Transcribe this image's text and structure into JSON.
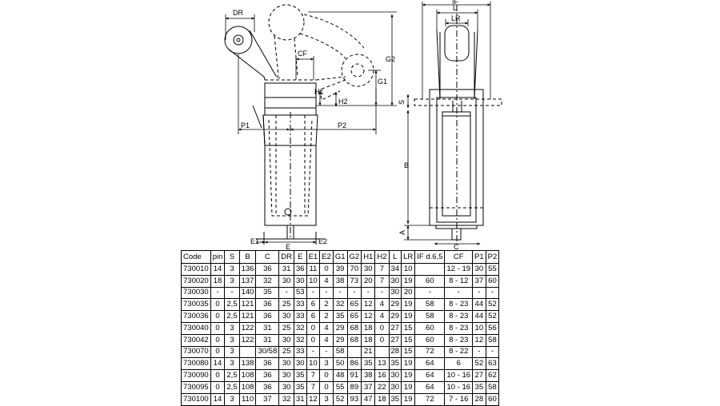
{
  "drawing": {
    "dimension_labels": {
      "dr": "DR",
      "cf": "CF",
      "h1": "H1",
      "h2": "H2",
      "g1": "G1",
      "g2": "G2",
      "p1": "P1",
      "p2": "P2",
      "e": "E",
      "e1": "E1",
      "e2": "E2",
      "if": "IF",
      "l": "L",
      "lr": "LR",
      "s": "S",
      "b": "B",
      "a": "A",
      "c": "C"
    }
  },
  "table": {
    "headers": [
      "Code",
      "pin",
      "S",
      "B",
      "C",
      "DR",
      "E",
      "E1",
      "E2",
      "G1",
      "G2",
      "H1",
      "H2",
      "L",
      "LR",
      "IF d.6,5",
      "CF",
      "P1",
      "P2"
    ],
    "rows": [
      [
        "730010",
        "14",
        "3",
        "136",
        "36",
        "31",
        "36",
        "11",
        "0",
        "39",
        "70",
        "30",
        "7",
        "34",
        "10",
        "",
        "12 - 19",
        "30",
        "55"
      ],
      [
        "730020",
        "18",
        "3",
        "137",
        "32",
        "30",
        "30",
        "10",
        "4",
        "38",
        "73",
        "20",
        "7",
        "30",
        "19",
        "60",
        "8 - 12",
        "37",
        "60"
      ],
      [
        "730030",
        "-",
        "-",
        "140",
        "35",
        "-",
        "53",
        "-",
        "-",
        "-",
        "-",
        "-",
        "-",
        "30",
        "20",
        "-",
        "-",
        "-",
        "-"
      ],
      [
        "730035",
        "0",
        "2,5",
        "121",
        "36",
        "25",
        "33",
        "6",
        "2",
        "32",
        "65",
        "12",
        "4",
        "29",
        "19",
        "58",
        "8 - 23",
        "44",
        "52"
      ],
      [
        "730036",
        "0",
        "2,5",
        "121",
        "36",
        "30",
        "33",
        "6",
        "2",
        "35",
        "65",
        "12",
        "4",
        "29",
        "19",
        "58",
        "8 - 23",
        "44",
        "52"
      ],
      [
        "730040",
        "0",
        "3",
        "122",
        "31",
        "25",
        "32",
        "0",
        "4",
        "29",
        "68",
        "18",
        "0",
        "27",
        "15",
        "60",
        "8 - 23",
        "10",
        "56"
      ],
      [
        "730042",
        "0",
        "3",
        "122",
        "31",
        "30",
        "32",
        "0",
        "4",
        "29",
        "68",
        "18",
        "0",
        "27",
        "15",
        "60",
        "8 - 23",
        "12",
        "58"
      ],
      [
        "730070",
        "0",
        "3",
        "",
        "30/58",
        "25",
        "33",
        "-",
        "-",
        "58",
        "",
        "21",
        "",
        "28",
        "15",
        "72",
        "8 - 22",
        "-",
        "-"
      ],
      [
        "730080",
        "14",
        "3",
        "138",
        "36",
        "30",
        "30",
        "10",
        "3",
        "50",
        "86",
        "35",
        "13",
        "35",
        "19",
        "64",
        "6",
        "52",
        "63"
      ],
      [
        "730090",
        "0",
        "2,5",
        "108",
        "36",
        "30",
        "35",
        "7",
        "0",
        "48",
        "91",
        "38",
        "16",
        "30",
        "19",
        "64",
        "10 - 16",
        "27",
        "62"
      ],
      [
        "730095",
        "0",
        "2,5",
        "108",
        "36",
        "30",
        "35",
        "7",
        "0",
        "55",
        "89",
        "37",
        "22",
        "30",
        "19",
        "64",
        "10 - 16",
        "35",
        "58"
      ],
      [
        "730100",
        "14",
        "3",
        "110",
        "37",
        "32",
        "31",
        "12",
        "3",
        "52",
        "93",
        "47",
        "18",
        "35",
        "19",
        "72",
        "7 - 16",
        "28",
        "60"
      ]
    ]
  }
}
